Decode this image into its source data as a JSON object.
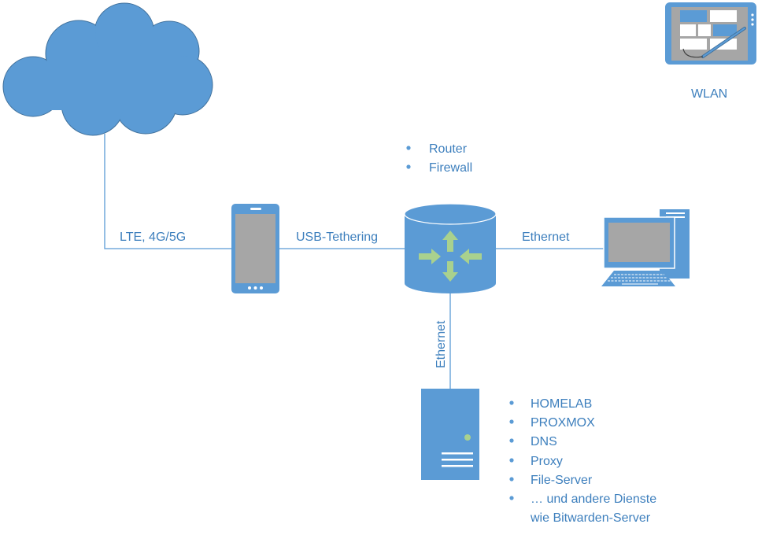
{
  "colors": {
    "primary": "#5b9bd5",
    "dark": "#41719c",
    "text": "#3d7fbd",
    "screen": "#a6a6a6",
    "arrow": "#a9d18e"
  },
  "icons": {
    "cloud": "cloud-icon",
    "smartphone": "smartphone-icon",
    "router": "router-icon",
    "desktop": "desktop-computer-icon",
    "server": "server-icon",
    "tablet": "tablet-icon"
  },
  "labels": {
    "wlan": "WLAN",
    "lte": "LTE, 4G/5G",
    "usb_tethering": "USB-Tethering",
    "ethernet_right": "Ethernet",
    "ethernet_down": "Ethernet"
  },
  "router_features": [
    "Router",
    "Firewall"
  ],
  "server_services": [
    "HOMELAB",
    "PROXMOX",
    "DNS",
    "Proxy",
    "File-Server",
    "… und andere Dienste",
    "wie Bitwarden-Server"
  ]
}
